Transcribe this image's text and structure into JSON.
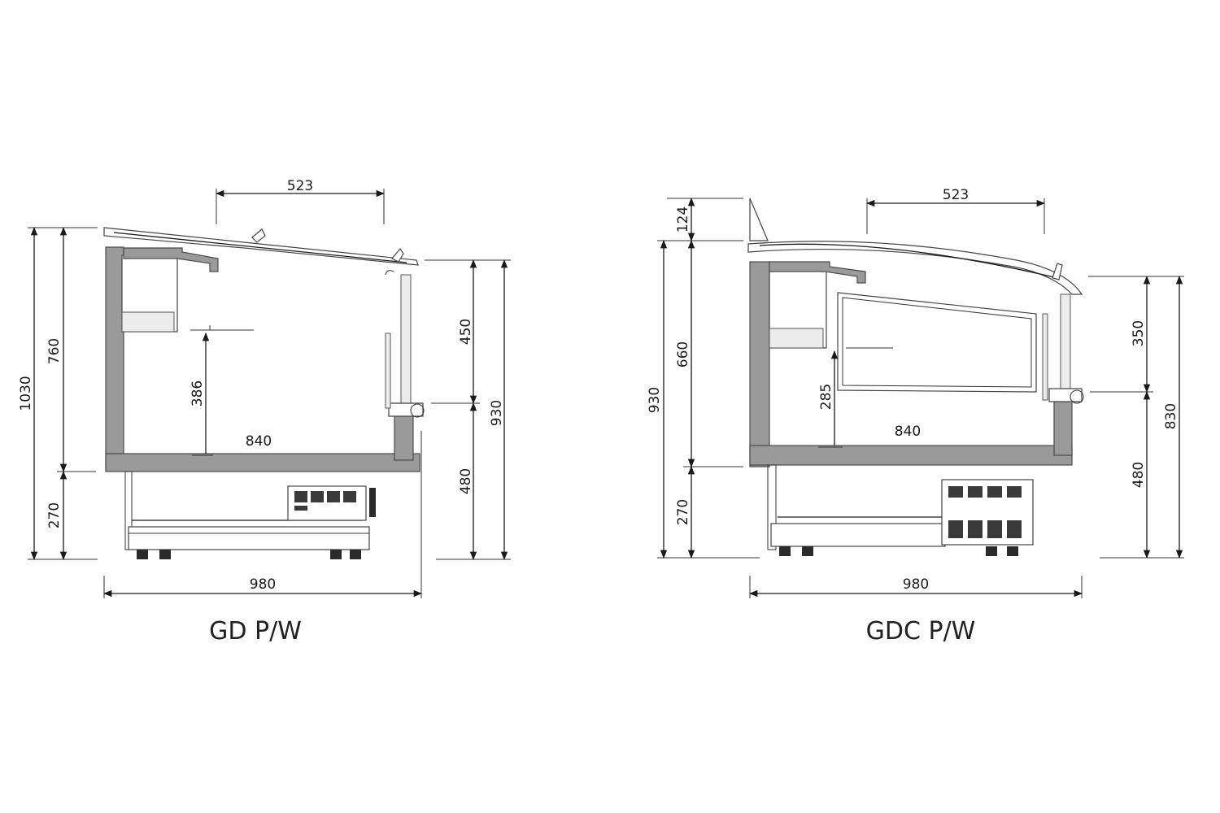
{
  "colors": {
    "line": "#1a1a1a",
    "wall": "#9a9a9a",
    "background": "#ffffff"
  },
  "left": {
    "caption": "GD P/W",
    "dims": {
      "top_opening": "523",
      "total_height": "1030",
      "upper_height": "760",
      "base_height": "270",
      "inner_depth": "386",
      "inner_width": "840",
      "front_upper": "450",
      "front_lower": "480",
      "front_total": "930",
      "overall_width": "980"
    }
  },
  "right": {
    "caption": "GDC P/W",
    "dims": {
      "top_opening": "523",
      "canopy_height": "124",
      "upper_height": "660",
      "total_height": "930",
      "base_height": "270",
      "inner_depth": "285",
      "inner_width": "840",
      "front_upper": "350",
      "front_lower": "480",
      "front_total": "830",
      "overall_width": "980"
    }
  }
}
